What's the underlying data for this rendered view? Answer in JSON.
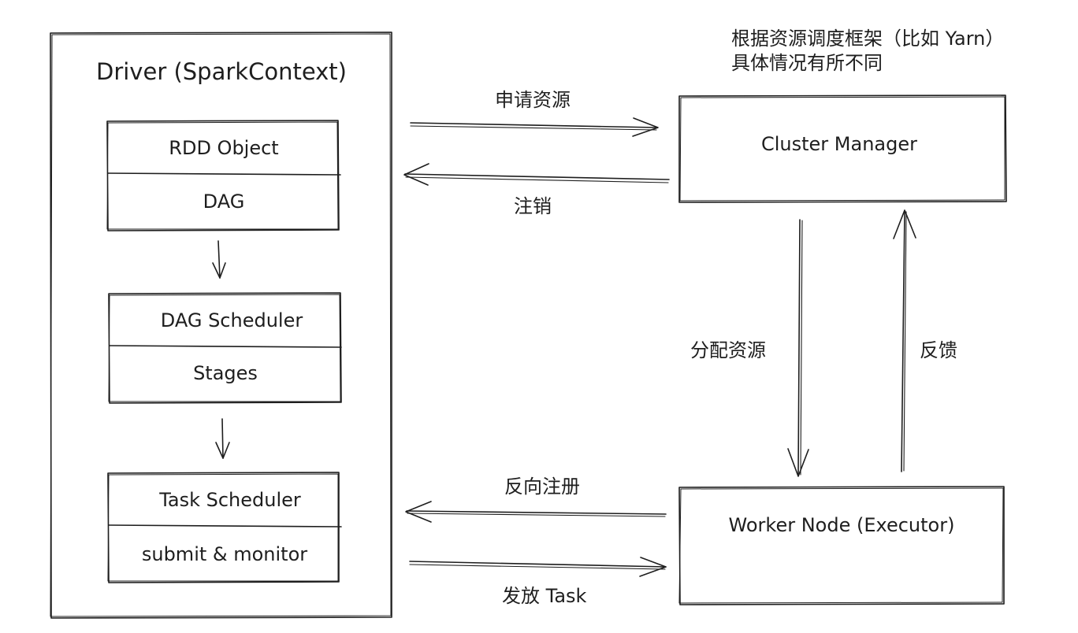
{
  "driver": {
    "title": "Driver (SparkContext)",
    "groups": [
      {
        "top": "RDD Object",
        "bottom": "DAG"
      },
      {
        "top": "DAG Scheduler",
        "bottom": "Stages"
      },
      {
        "top": "Task Scheduler",
        "bottom": "submit & monitor"
      }
    ]
  },
  "cluster_manager": {
    "label": "Cluster Manager"
  },
  "worker_node": {
    "label": "Worker Node (Executor)"
  },
  "note": {
    "line1": "根据资源调度框架（比如 Yarn）",
    "line2": "具体情况有所不同"
  },
  "edges": {
    "request_resources": "申请资源",
    "unregister": "注销",
    "allocate_resources": "分配资源",
    "feedback": "反馈",
    "reverse_register": "反向注册",
    "dispatch_task": "发放 Task"
  },
  "colors": {
    "stroke": "#1e1e1e",
    "background": "#ffffff"
  }
}
